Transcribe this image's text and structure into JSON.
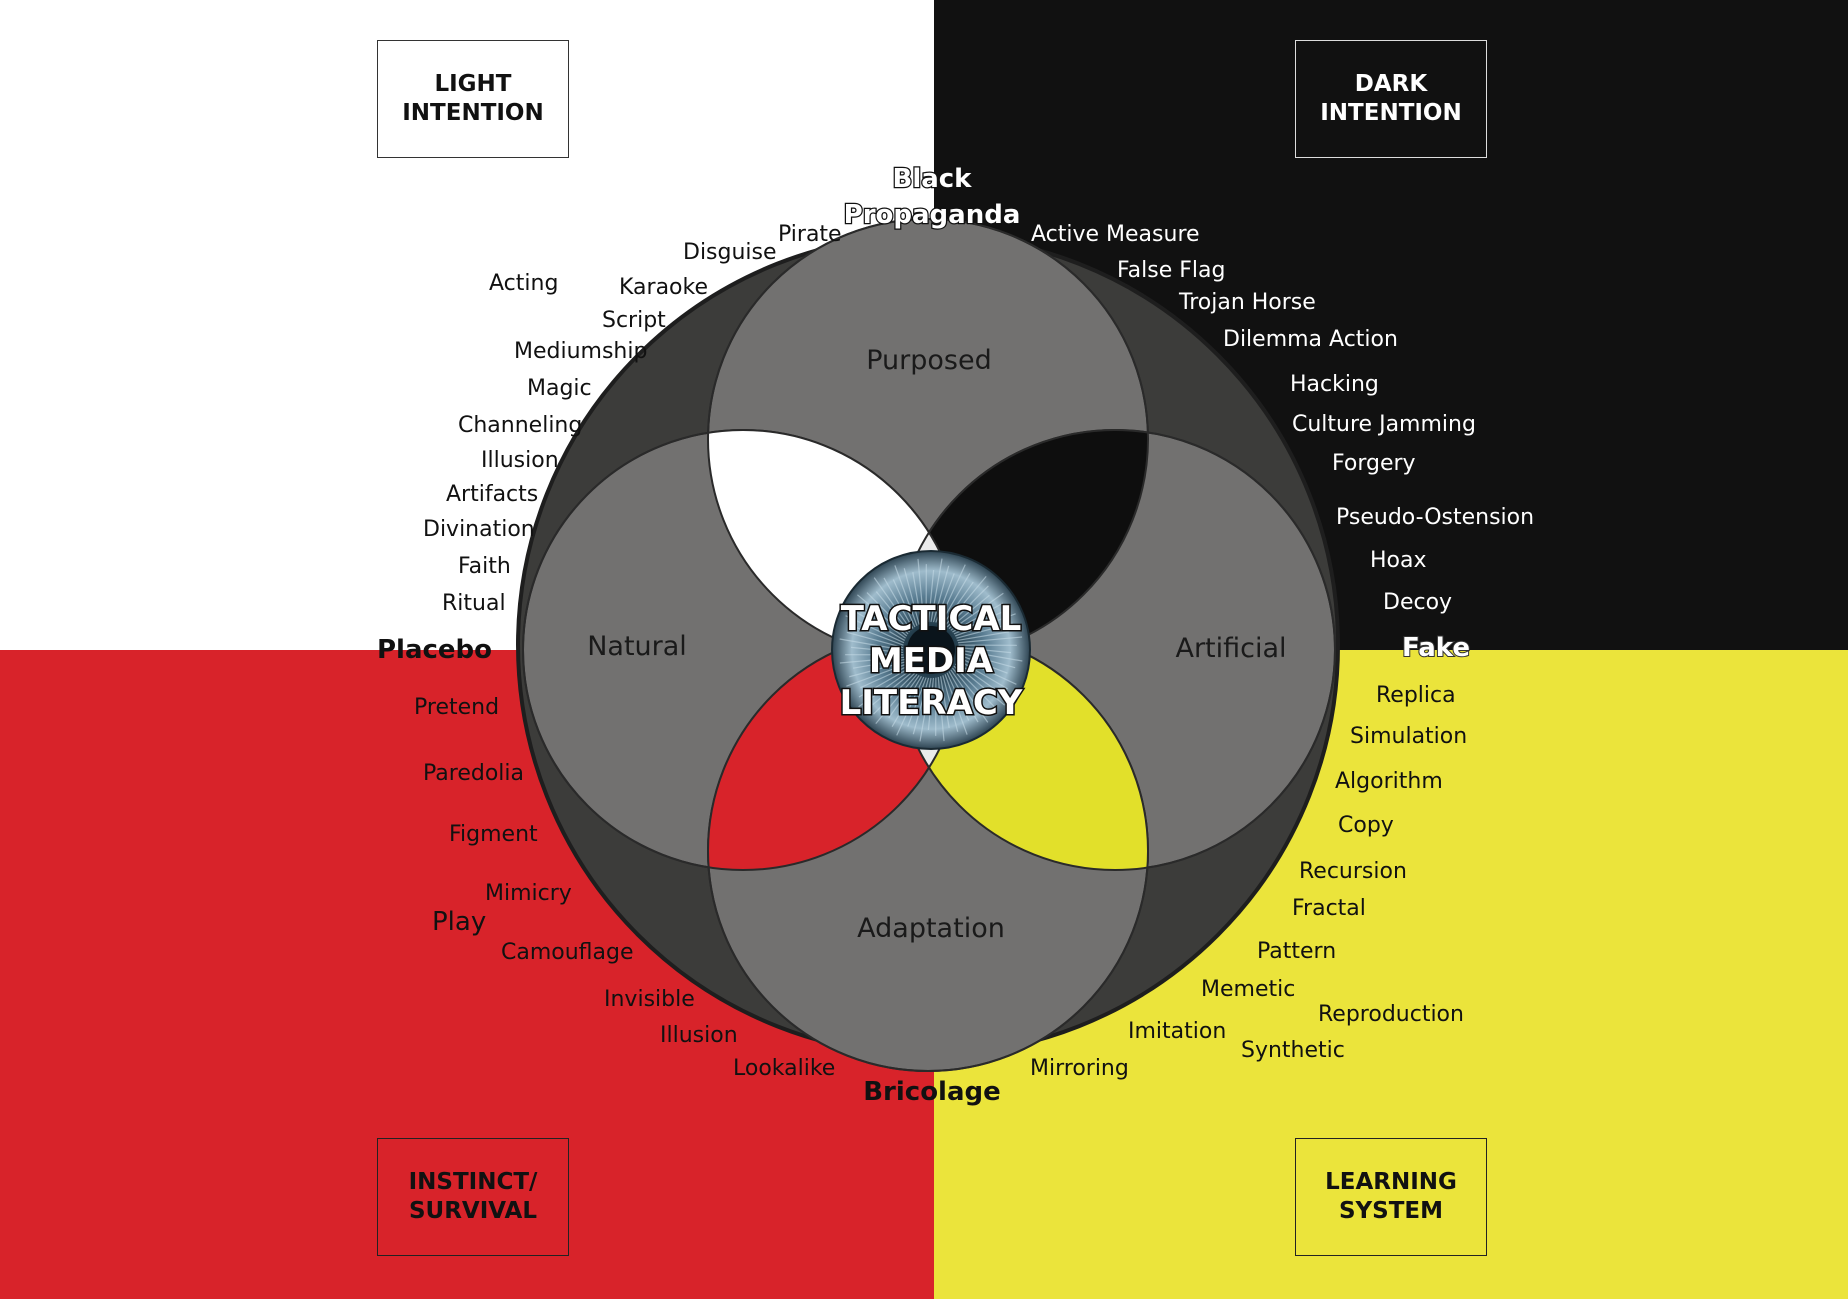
{
  "colors": {
    "light": "#ffffff",
    "dark": "#111111",
    "instinct": "#d8232a",
    "learning": "#ebe43b",
    "ring": "#3c3c3a",
    "petal": "#727170",
    "yellow_lens": "#e2e02a",
    "center_lens": "#ebebeb"
  },
  "quadrants": {
    "top_left": "LIGHT\nINTENTION",
    "top_right": "DARK\nINTENTION",
    "bottom_left": "INSTINCT/\nSURVIVAL",
    "bottom_right": "LEARNING\nSYSTEM"
  },
  "center_title": [
    "TACTICAL",
    "MEDIA",
    "LITERACY"
  ],
  "circles": {
    "top": "Purposed",
    "left": "Natural",
    "right": "Artificial",
    "bottom": "Adaptation"
  },
  "poles": {
    "top": [
      "Black",
      "Propaganda"
    ],
    "left": "Placebo",
    "right": "Fake",
    "bottom": "Bricolage",
    "play": "Play"
  },
  "terms_top_left": [
    "Pirate",
    "Disguise",
    "Acting",
    "Karaoke",
    "Script",
    "Mediumship",
    "Magic",
    "Channeling",
    "Illusion",
    "Artifacts",
    "Divination",
    "Faith",
    "Ritual"
  ],
  "terms_top_right": [
    "Active Measure",
    "False Flag",
    "Trojan Horse",
    "Dilemma Action",
    "Hacking",
    "Culture Jamming",
    "Forgery",
    "Pseudo-Ostension",
    "Hoax",
    "Decoy"
  ],
  "terms_bottom_left": [
    "Pretend",
    "Paredolia",
    "Figment",
    "Mimicry",
    "Camouflage",
    "Invisible",
    "Illusion",
    "Lookalike"
  ],
  "terms_bottom_right": [
    "Replica",
    "Simulation",
    "Algorithm",
    "Copy",
    "Recursion",
    "Fractal",
    "Pattern",
    "Memetic",
    "Reproduction",
    "Imitation",
    "Synthetic",
    "Mirroring"
  ]
}
